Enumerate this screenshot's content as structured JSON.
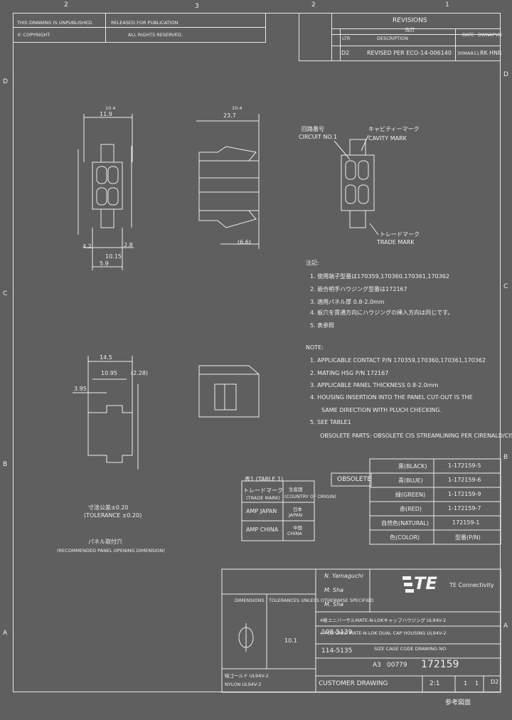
{
  "zones": {
    "top": [
      "2",
      "3",
      "2",
      "1"
    ],
    "left": [
      "D",
      "C",
      "B",
      "A"
    ],
    "right": [
      "D",
      "C",
      "B",
      "A"
    ]
  },
  "header_left": {
    "r1a": "THIS DRAWING IS UNPUBLISHED.",
    "r1b": "RELEASED FOR PUBLICATION",
    "r2a": "© COPYRIGHT",
    "r2b": "ALL RIGHTS RESERVED."
  },
  "revisions": {
    "title": "REVISIONS",
    "title_jp": "改訂",
    "col_ltr": "LTR",
    "col_desc": "DESCRIPTION",
    "col_date": "DATE",
    "col_dwn": "DWN",
    "col_apvd": "APVD",
    "row_ltr": "D2",
    "row_desc": "REVISED PER ECO-14-006140",
    "row_date": "30MAR11",
    "row_dwn": "RK",
    "row_apvd": "HNR"
  },
  "dims": {
    "d1": "10.4",
    "d2": "11.9",
    "d3": "10.4",
    "d4": "23.7",
    "d5": "4.2",
    "d6": "2.8",
    "d7": "5.9",
    "d8": "10.15",
    "d9": "(6.6)",
    "d10": "14.5",
    "d11": "10.95",
    "d12": "(2.28)",
    "d13": "3.95"
  },
  "callouts": {
    "circuit_jp": "回路番号",
    "circuit": "CIRCUIT NO.1",
    "cavity_jp": "キャビティーマーク",
    "cavity": "CAVITY MARK",
    "trade_jp": "トレードマーク",
    "trade": "TRADE MARK"
  },
  "notes_jp": {
    "title": "注記:",
    "n1": "1. 使用端子型番は170359,170360,170361,170362",
    "n2": "2. 嵌合相手ハウジング型番は172167",
    "n3": "3. 適用パネル厚 0.8-2.0mm",
    "n4": "4. 板穴を貫通方向にハウジングの挿入方向は同じです。",
    "n5": "5. 表参照"
  },
  "notes": {
    "title": "NOTE:",
    "n1": "1. APPLICABLE CONTACT P/N 170359,170360,170361,170362",
    "n2": "2. MATING HSG P/N 172167",
    "n3": "3. APPLICABLE PANEL THICKNESS 0.8-2.0mm",
    "n4": "4. HOUSING INSERTION INTO THE PANEL CUT-OUT IS THE",
    "n4b": "SAME DIRECTION WITH PLUCH CHECKING.",
    "n5": "5. SEE TABLE1",
    "n6": "OBSOLETE PARTS: OBSOLETE CIS STREAMLINING PER CIRENALD/CISNSI"
  },
  "table1": {
    "title": "表1 (TABLE 1)",
    "h1": "トレードマーク",
    "h1e": "(TRADE MARK)",
    "h2": "生産国",
    "h2e": "(COUNTRY OF ORIGIN)",
    "r1a": "AMP JAPAN",
    "r1b": "日本",
    "r1c": "JAPAN",
    "r2a": "AMP CHINA",
    "r2b": "中国",
    "r2c": "CHINA"
  },
  "panel": {
    "tol": "寸法公差±0.20",
    "tol_e": "(TOLERANCE ±0.20)",
    "label": "パネル取付穴",
    "label_e": "(RECOMMENDED PANEL OPENING DIMENSION)"
  },
  "obsolete_tag": "OBSOLETE",
  "color_table": {
    "rows": [
      {
        "color": "黒(BLACK)",
        "pn": "1-172159-5"
      },
      {
        "color": "青(BLUE)",
        "pn": "1-172159-6"
      },
      {
        "color": "緑(GREEN)",
        "pn": "1-172159-9"
      },
      {
        "color": "赤(RED)",
        "pn": "1-172159-7"
      },
      {
        "color": "自然色(NATURAL)",
        "pn": "172159-1"
      },
      {
        "color": "色(COLOR)",
        "pn": "型番(P/N)"
      }
    ]
  },
  "title_block": {
    "dims_note": "DIMENSIONS",
    "tol_note": "TOLERANCES UNLESS OTHERWISE SPECIFIED",
    "product_spec": "108-5139",
    "app_spec": "114-5135",
    "weight": "10.1",
    "material1": "暗ゴールド UL94V-2",
    "material2": "NYLON UL94V-2",
    "company": "TE Connectivity",
    "title_jp": "4極ユニバーサルMATE-N-LOKキャップハウジング UL94V-2",
    "title_en": "4 POS UNIV. MATE-N-LOK DUAL CAP HOUSING UL94V-2",
    "size_label": "SIZE  CAGE CODE  DRAWING NO",
    "size": "A3",
    "cage": "00779",
    "drawing_no": "172159",
    "rev": "D2",
    "scale": "2:1",
    "sheet": "1",
    "of": "1",
    "customer": "CUSTOMER DRAWING",
    "ref": "参考図面"
  },
  "signatures": [
    "N. Yamaguchi",
    "M. Sha",
    "M. Sha"
  ]
}
